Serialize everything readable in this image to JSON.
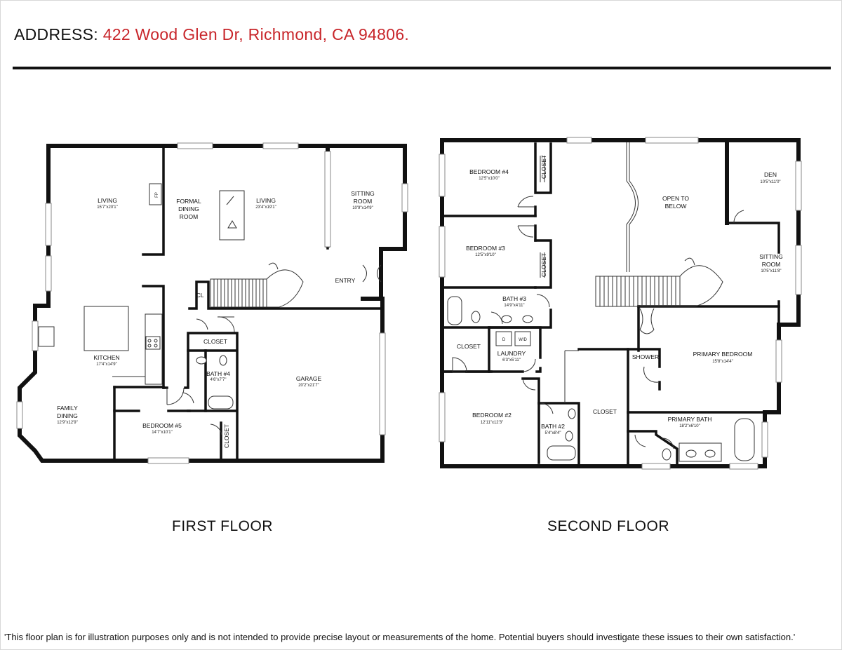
{
  "header": {
    "address_label": "ADDRESS:",
    "address_value": "422 Wood Glen Dr, Richmond, CA 94806."
  },
  "floors": {
    "first": {
      "title": "FIRST FLOOR",
      "rooms": {
        "living_left": {
          "name": "LIVING",
          "dims": "15'7\"x20'1\""
        },
        "formal_dining": {
          "name": "FORMAL DINING ROOM",
          "line1": "FORMAL",
          "line2": "DINING",
          "line3": "ROOM"
        },
        "living_main": {
          "name": "LIVING",
          "dims": "23'4\"x19'1\""
        },
        "sitting_room": {
          "line1": "SITTING",
          "line2": "ROOM",
          "dims": "10'9\"x14'9\""
        },
        "fp": {
          "name": "FP"
        },
        "cl": {
          "name": "CL"
        },
        "entry": {
          "name": "ENTRY"
        },
        "kitchen": {
          "name": "KITCHEN",
          "dims": "17'4\"x14'9\""
        },
        "closet_a": {
          "name": "CLOSET"
        },
        "bath4": {
          "name": "BATH #4",
          "dims": "4'6\"x7'7\""
        },
        "garage": {
          "name": "GARAGE",
          "dims": "20'2\"x21'7\""
        },
        "family_dining": {
          "line1": "FAMILY",
          "line2": "DINING",
          "dims": "12'9\"x12'9\""
        },
        "bedroom5": {
          "name": "BEDROOM #5",
          "dims": "14'7\"x10'1\""
        },
        "closet_b": {
          "name": "CLOSET"
        }
      }
    },
    "second": {
      "title": "SECOND FLOOR",
      "rooms": {
        "bedroom4": {
          "name": "BEDROOM #4",
          "dims": "12'5\"x10'0\""
        },
        "closet_b4": {
          "name": "CLOSET"
        },
        "open_below": {
          "line1": "OPEN TO",
          "line2": "BELOW"
        },
        "den": {
          "name": "DEN",
          "dims": "10'5\"x11'0\""
        },
        "bedroom3": {
          "name": "BEDROOM #3",
          "dims": "12'5\"x9'10\""
        },
        "closet_b3": {
          "name": "CLOSET"
        },
        "sitting_room": {
          "line1": "SITTING",
          "line2": "ROOM",
          "dims": "10'5\"x11'8\""
        },
        "bath3": {
          "name": "BATH #3",
          "dims": "14'9\"x4'11\""
        },
        "closet_c": {
          "name": "CLOSET"
        },
        "laundry": {
          "name": "LAUNDRY",
          "dims": "6'3\"x5'11\"",
          "dryer": "D",
          "washer": "W/D"
        },
        "shower": {
          "name": "SHOWER"
        },
        "primary_bedroom": {
          "name": "PRIMARY BEDROOM",
          "dims": "15'8\"x14'4\""
        },
        "bedroom2": {
          "name": "BEDROOM #2",
          "dims": "12'11\"x12'3\""
        },
        "bath2": {
          "name": "BATH #2",
          "dims": "5'4\"x8'4\""
        },
        "closet_d": {
          "name": "CLOSET"
        },
        "primary_bath": {
          "name": "PRIMARY BATH",
          "dims": "18'2\"x6'10\""
        }
      }
    }
  },
  "footer": {
    "disclaimer": "'This floor plan is for illustration purposes only and is not intended to provide precise layout or measurements of the home. Potential buyers should investigate these issues to their own satisfaction.'"
  },
  "colors": {
    "accent": "#c8262b",
    "ink": "#111111"
  }
}
